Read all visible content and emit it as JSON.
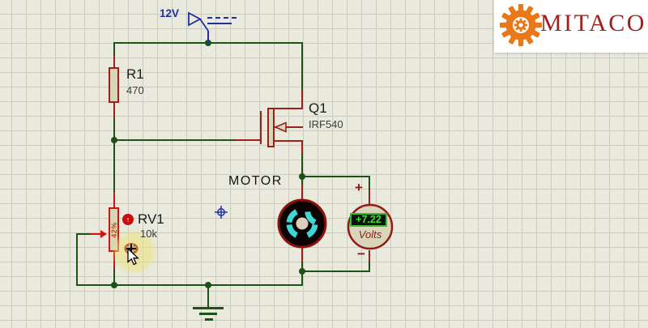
{
  "power": {
    "label": "12V"
  },
  "components": {
    "resistor": {
      "ref": "R1",
      "value": "470"
    },
    "mosfet": {
      "ref": "Q1",
      "value": "IRF540"
    },
    "potentiometer": {
      "ref": "RV1",
      "value": "10k",
      "wiper_percent": "42%"
    },
    "motor": {
      "label": "MOTOR"
    },
    "voltmeter": {
      "reading": "+7.22",
      "unit": "Volts",
      "terminal_plus": "+",
      "terminal_minus": "−"
    }
  },
  "logo": {
    "brand": "MITACO"
  },
  "icons": {
    "pot_adjust_arrow": "↑"
  },
  "colors": {
    "wire_green": "#1c5216",
    "pin_red": "#9c1f1a",
    "selected_red": "#cf1510",
    "canvas_background": "#e9e9dd",
    "grid_line": "#c9ccbb",
    "annotation_blue": "#1f2fa0",
    "display_green": "#35e535",
    "motor_cyan": "#3fd6d6",
    "logo_orange": "#e87818",
    "logo_text_red": "#a31f1a"
  }
}
